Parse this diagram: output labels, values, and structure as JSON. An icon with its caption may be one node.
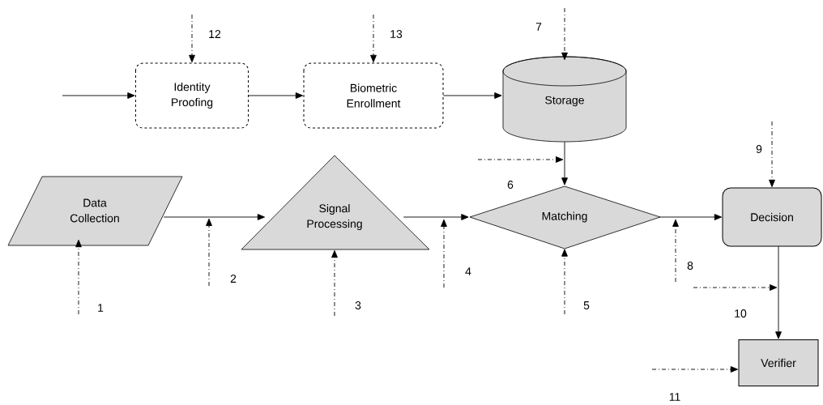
{
  "diagram": {
    "nodes": [
      {
        "text": [
          "Identity Proofing"
        ]
      },
      {
        "text": [
          "Biometric Enrollment"
        ]
      },
      {
        "text": [
          "Storage"
        ]
      },
      {
        "text": [
          "Data Collection"
        ]
      },
      {
        "text": [
          "Signal Processing"
        ]
      },
      {
        "text": [
          "Matching"
        ]
      },
      {
        "text": [
          "Decision"
        ]
      },
      {
        "text": [
          "Verifier"
        ]
      }
    ],
    "edges": [
      {
        "from": null,
        "to": 0,
        "arrow": "to"
      },
      {
        "from": 0,
        "to": 1,
        "arrow": "to"
      },
      {
        "from": 1,
        "to": 2,
        "arrow": "to"
      },
      {
        "from": 2,
        "to": 5,
        "arrow": "to"
      },
      {
        "from": 3,
        "to": 4,
        "arrow": "to"
      },
      {
        "from": 4,
        "to": 5,
        "arrow": "to"
      },
      {
        "from": 5,
        "to": 6,
        "arrow": "to"
      },
      {
        "from": 6,
        "to": 7,
        "arrow": "to"
      },
      {
        "from": null,
        "to": 0,
        "arrow": "to",
        "style": "dashed"
      },
      {
        "from": null,
        "to": 1,
        "arrow": "to",
        "style": "dashed"
      },
      {
        "from": null,
        "to": 2,
        "arrow": "to",
        "style": "dashed"
      },
      {
        "from": null,
        "to": 3,
        "arrow": "to",
        "style": "dashed"
      },
      {
        "from": null,
        "to": 4,
        "arrow": "to",
        "style": "dashed"
      },
      {
        "from": null,
        "to": 5,
        "arrow": "to",
        "style": "dashed"
      },
      {
        "from": null,
        "to": 6,
        "arrow": "to",
        "style": "dashed"
      },
      {
        "from": null,
        "to": 7,
        "arrow": "to",
        "style": "dashed"
      }
    ],
    "labels": [
      "12",
      "13",
      "7",
      "9",
      "6",
      "2",
      "4",
      "8",
      "1",
      "3",
      "5",
      "10",
      "11"
    ]
  }
}
